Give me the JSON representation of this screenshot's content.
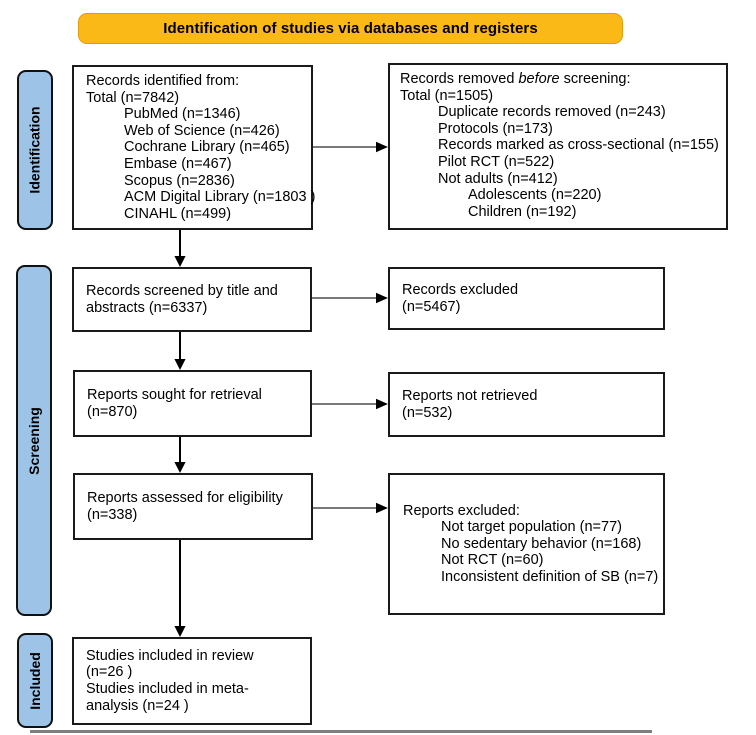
{
  "header": {
    "label": "Identification of studies via databases and registers"
  },
  "stages": [
    {
      "label": "Identification"
    },
    {
      "label": "Screening"
    },
    {
      "label": "Included"
    }
  ],
  "boxes": {
    "identified": {
      "lines": [
        "Records identified from:",
        "Total (n=7842)",
        "PubMed (n=1346)",
        "Web of Science (n=426)",
        "Cochrane Library (n=465)",
        "Embase (n=467)",
        "Scopus (n=2836)",
        "ACM Digital Library (n=1803 )",
        "CINAHL (n=499)"
      ]
    },
    "removed": {
      "line0": {
        "prefix": "Records removed ",
        "italic": "before",
        "suffix": " screening:"
      },
      "lines": [
        "Total (n=1505)",
        "Duplicate records removed (n=243)",
        "Protocols (n=173)",
        "Records marked as cross-sectional (n=155)",
        "Pilot RCT (n=522)",
        "Not adults (n=412)",
        "Adolescents (n=220)",
        "Children (n=192)"
      ]
    },
    "screened": {
      "lines": [
        "Records screened by title and",
        "abstracts (n=6337)"
      ]
    },
    "excluded_screen": {
      "lines": [
        "Records excluded",
        "(n=5467)"
      ]
    },
    "sought": {
      "lines": [
        "Reports sought for retrieval",
        "(n=870)"
      ]
    },
    "not_retrieved": {
      "lines": [
        "Reports not retrieved",
        "(n=532)"
      ]
    },
    "assessed": {
      "lines": [
        "Reports assessed for eligibility",
        "(n=338)"
      ]
    },
    "excluded_reports": {
      "lines": [
        "Reports excluded:",
        "Not target population (n=77)",
        "No sedentary behavior (n=168)",
        "Not RCT (n=60)",
        "Inconsistent definition of SB (n=7)"
      ]
    },
    "included": {
      "lines": [
        "Studies included in review",
        "(n=26 )",
        "Studies included in meta-",
        "analysis (n=24 )"
      ]
    }
  },
  "colors": {
    "banner_bg": "#FBB917",
    "banner_border": "#DF9E07",
    "stage_bg": "#9DC3E6",
    "box_border": "#1a1a1a",
    "arrow": "#000000"
  }
}
